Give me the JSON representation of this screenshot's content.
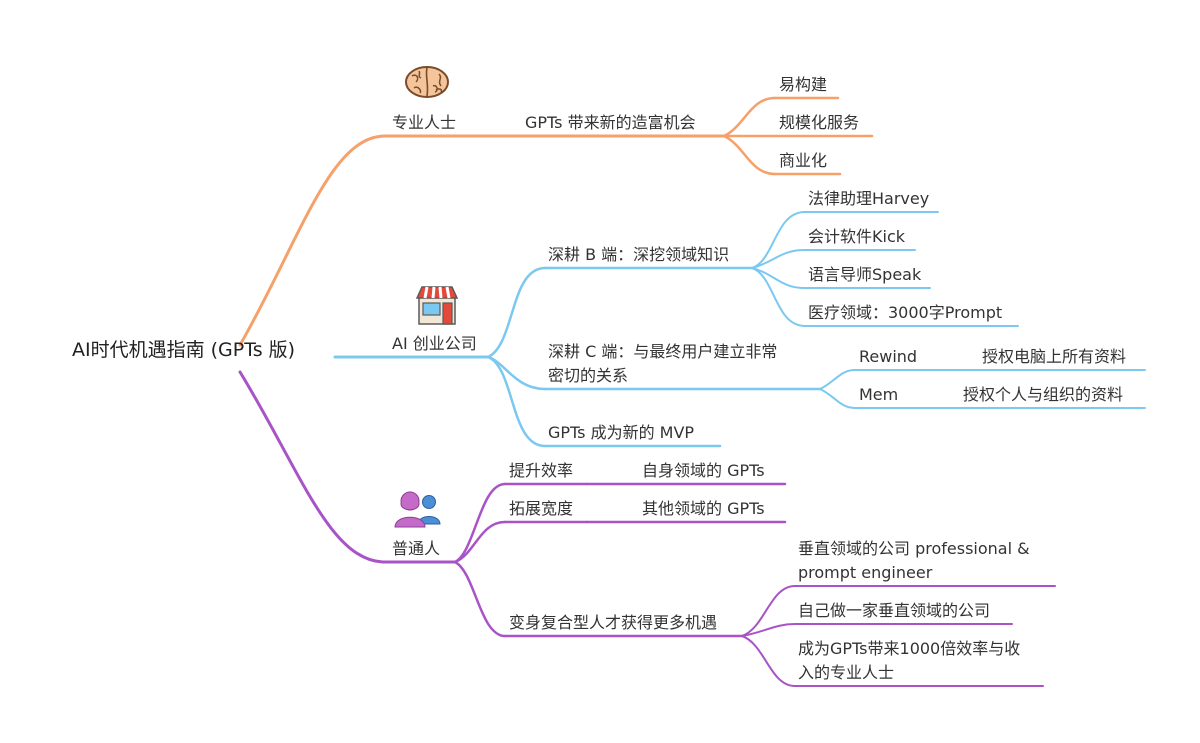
{
  "colors": {
    "orange": "#F6A06A",
    "blue": "#7BC8F0",
    "purple": "#A854C7"
  },
  "root": {
    "text": "AI时代机遇指南 (GPTs 版)"
  },
  "branches": {
    "pro": {
      "label": "专业人士",
      "icon": "brain-icon",
      "sub": "GPTs 带来新的造富机会",
      "leaves": [
        "易构建",
        "规模化服务",
        "商业化"
      ]
    },
    "startup": {
      "label": "AI 创业公司",
      "icon": "storefront-icon",
      "b_side": {
        "label": "深耕 B 端：深挖领域知识",
        "leaves": [
          "法律助理Harvey",
          "会计软件Kick",
          "语言导师Speak",
          "医疗领域：3000字Prompt"
        ]
      },
      "c_side": {
        "label_line1": "深耕 C 端：与最终用户建立非常",
        "label_line2": "密切的关系",
        "rewind": {
          "label": "Rewind",
          "detail": "授权电脑上所有资料"
        },
        "mem": {
          "label": "Mem",
          "detail": "授权个人与组织的资料"
        }
      },
      "mvp": "GPTs 成为新的 MVP"
    },
    "people": {
      "label": "普通人",
      "icon": "people-icon",
      "efficiency": {
        "label": "提升效率",
        "detail": "自身领域的 GPTs"
      },
      "breadth": {
        "label": "拓展宽度",
        "detail": "其他领域的 GPTs"
      },
      "compound": {
        "label": "变身复合型人才获得更多机遇",
        "opt1_line1": "垂直领域的公司 professional &",
        "opt1_line2": "prompt engineer",
        "opt2": "自己做一家垂直领域的公司",
        "opt3_line1": "成为GPTs带来1000倍效率与收",
        "opt3_line2": "入的专业人士"
      }
    }
  }
}
